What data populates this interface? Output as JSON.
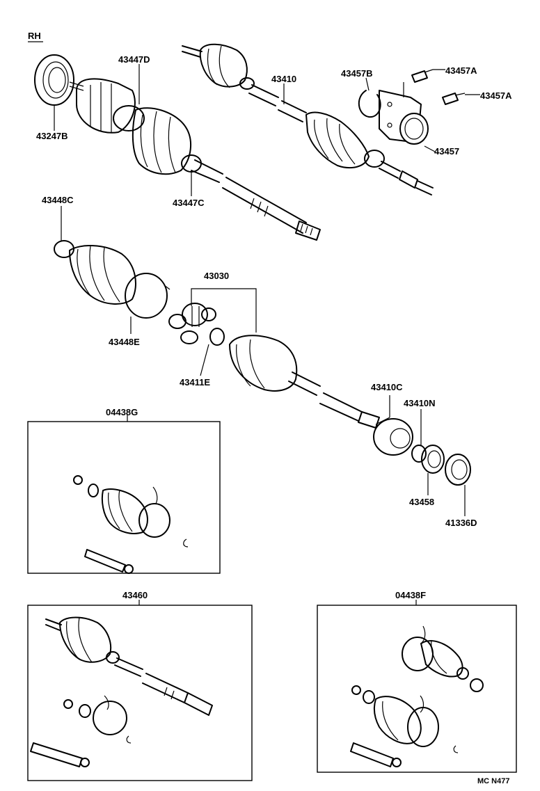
{
  "header": {
    "side_label": "RH"
  },
  "labels": {
    "p43247B": "43247B",
    "p43447D": "43447D",
    "p43447C": "43447C",
    "p43410": "43410",
    "p43457B": "43457B",
    "p43457A_1": "43457A",
    "p43457A_2": "43457A",
    "p43457": "43457",
    "p43448C": "43448C",
    "p43448E": "43448E",
    "p43030": "43030",
    "p43411E": "43411E",
    "p43410C": "43410C",
    "p43410N": "43410N",
    "p43458": "43458",
    "p41336D": "41336D"
  },
  "kits": {
    "k04438G": "04438G",
    "k43460": "43460",
    "k04438F": "04438F"
  },
  "footer": {
    "code": "MC N477"
  }
}
